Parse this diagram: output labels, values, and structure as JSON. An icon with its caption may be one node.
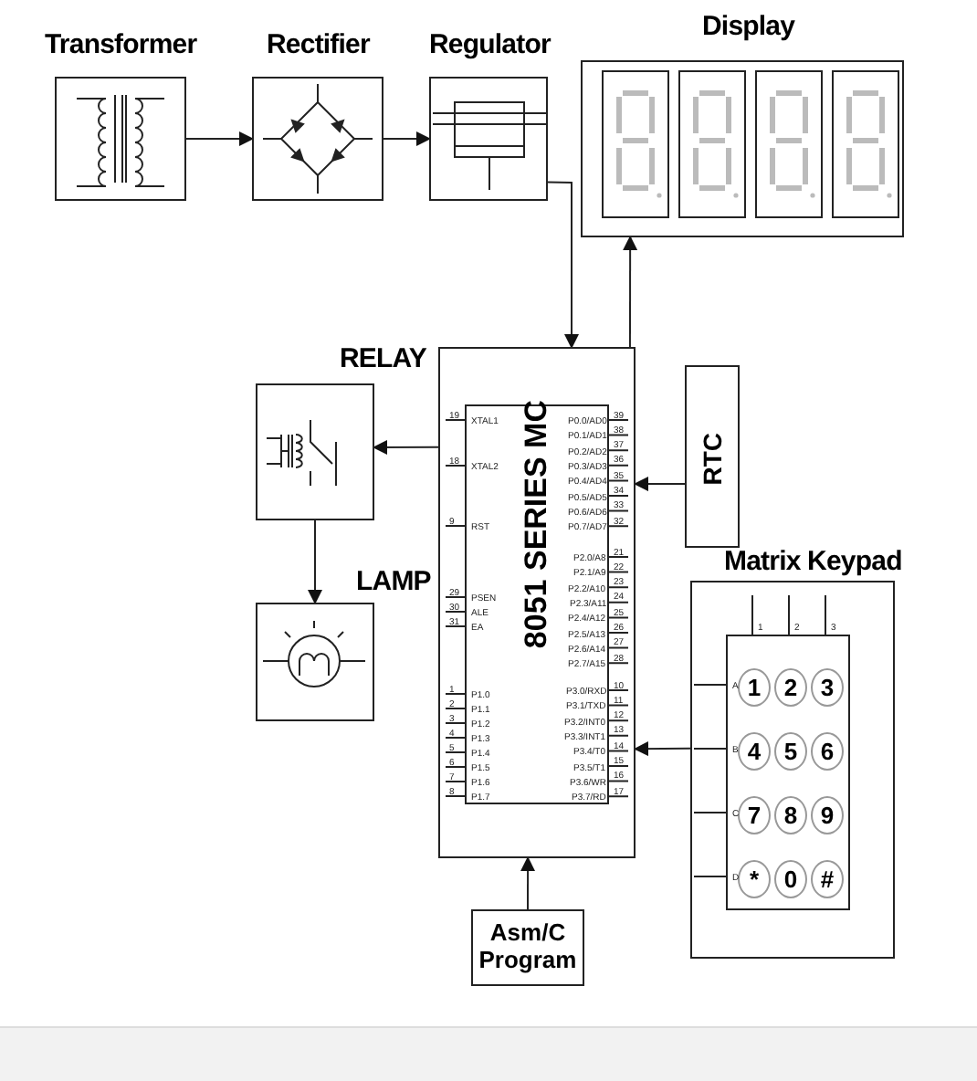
{
  "diagram": {
    "nodes": [
      {
        "text": [
          "Transformer"
        ]
      },
      {
        "text": [
          "Rectifier"
        ]
      },
      {
        "text": [
          "Regulator"
        ]
      },
      {
        "text": [
          "Display"
        ]
      },
      {
        "text": [
          "8051 SERIES MC"
        ]
      },
      {
        "text": [
          "RELAY"
        ]
      },
      {
        "text": [
          "LAMP"
        ]
      },
      {
        "text": [
          "RTC"
        ]
      },
      {
        "text": [
          "Matrix Keypad"
        ]
      },
      {
        "text": [
          "1"
        ],
        "in": 8
      },
      {
        "text": [
          "2"
        ],
        "in": 8
      },
      {
        "text": [
          "3"
        ],
        "in": 8
      },
      {
        "text": [
          "4"
        ],
        "in": 8
      },
      {
        "text": [
          "5"
        ],
        "in": 8
      },
      {
        "text": [
          "6"
        ],
        "in": 8
      },
      {
        "text": [
          "7"
        ],
        "in": 8
      },
      {
        "text": [
          "8"
        ],
        "in": 8
      },
      {
        "text": [
          "9"
        ],
        "in": 8
      },
      {
        "text": [
          "*"
        ],
        "in": 8
      },
      {
        "text": [
          "0"
        ],
        "in": 8
      },
      {
        "text": [
          "#"
        ],
        "in": 8
      },
      {
        "text": [
          "Asm/C Program"
        ]
      }
    ],
    "edges": [
      {
        "from": 0,
        "to": 1,
        "arrow": "to"
      },
      {
        "from": 1,
        "to": 2,
        "arrow": "to"
      },
      {
        "from": 2,
        "to": 4,
        "arrow": "to"
      },
      {
        "from": 4,
        "to": 3,
        "arrow": "to"
      },
      {
        "from": 4,
        "to": 5,
        "arrow": "to"
      },
      {
        "from": 5,
        "to": 6,
        "arrow": "to"
      },
      {
        "from": 7,
        "to": 4,
        "arrow": "to"
      },
      {
        "from": 8,
        "to": 4,
        "arrow": "to"
      },
      {
        "from": 21,
        "to": 4,
        "arrow": "to"
      }
    ],
    "labels": [
      "19",
      "XTAL1",
      "18",
      "XTAL2",
      "9",
      "RST",
      "29",
      "PSEN",
      "30",
      "ALE",
      "31",
      "EA",
      "1",
      "P1.0",
      "2",
      "P1.1",
      "3",
      "P1.2",
      "4",
      "P1.3",
      "5",
      "P1.4",
      "6",
      "P1.5",
      "7",
      "P1.6",
      "8",
      "P1.7",
      "P0.0/AD0",
      "39",
      "P0.1/AD1",
      "38",
      "P0.2/AD2",
      "37",
      "P0.3/AD3",
      "36",
      "P0.4/AD4",
      "35",
      "P0.5/AD5",
      "34",
      "P0.6/AD6",
      "33",
      "P0.7/AD7",
      "32",
      "P2.0/A8",
      "21",
      "P2.1/A9",
      "22",
      "P2.2/A10",
      "23",
      "P2.3/A11",
      "24",
      "P2.4/A12",
      "25",
      "P2.5/A13",
      "26",
      "P2.6/A14",
      "27",
      "P2.7/A15",
      "28",
      "P3.0/RXD",
      "10",
      "P3.1/TXD",
      "11",
      "P3.2/INT0",
      "12",
      "P3.3/INT1",
      "13",
      "P3.4/T0",
      "14",
      "P3.5/T1",
      "15",
      "P3.6/WR",
      "16",
      "P3.7/RD",
      "17",
      "1",
      "2",
      "3",
      "A",
      "B",
      "C",
      "D"
    ]
  }
}
